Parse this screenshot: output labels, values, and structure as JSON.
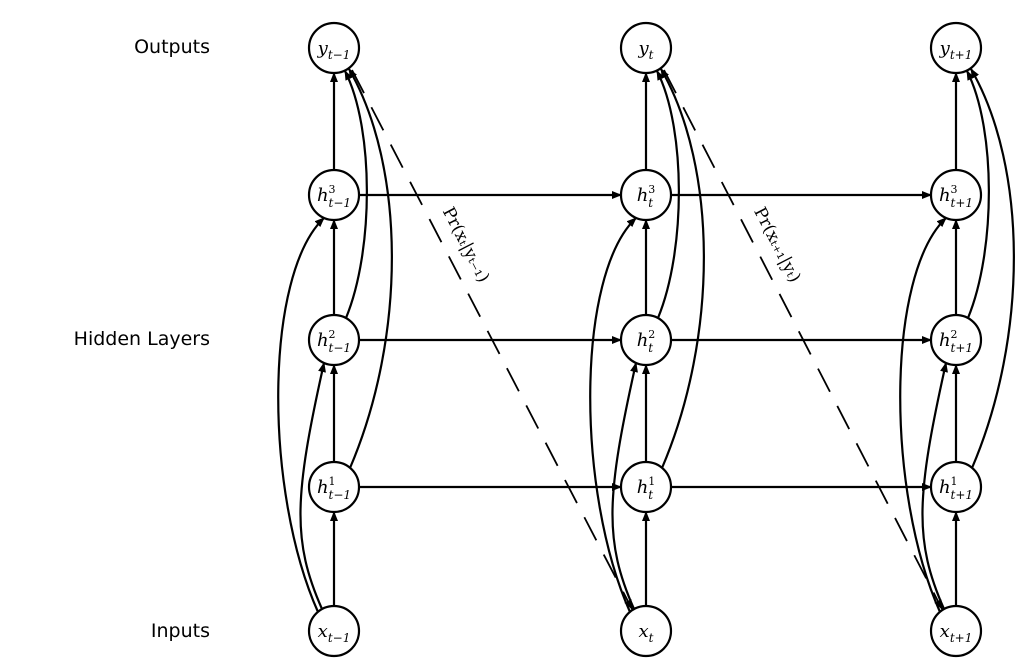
{
  "labels": {
    "outputs": "Outputs",
    "hidden_layers": "Hidden Layers",
    "inputs": "Inputs"
  },
  "timesteps": [
    {
      "output": {
        "base": "y",
        "sub": "t−1"
      },
      "hidden": [
        {
          "base": "h",
          "sup": "3",
          "sub": "t−1"
        },
        {
          "base": "h",
          "sup": "2",
          "sub": "t−1"
        },
        {
          "base": "h",
          "sup": "1",
          "sub": "t−1"
        }
      ],
      "input": {
        "base": "x",
        "sub": "t−1"
      }
    },
    {
      "output": {
        "base": "y",
        "sub": "t"
      },
      "hidden": [
        {
          "base": "h",
          "sup": "3",
          "sub": "t"
        },
        {
          "base": "h",
          "sup": "2",
          "sub": "t"
        },
        {
          "base": "h",
          "sup": "1",
          "sub": "t"
        }
      ],
      "input": {
        "base": "x",
        "sub": "t"
      }
    },
    {
      "output": {
        "base": "y",
        "sub": "t+1"
      },
      "hidden": [
        {
          "base": "h",
          "sup": "3",
          "sub": "t+1"
        },
        {
          "base": "h",
          "sup": "2",
          "sub": "t+1"
        },
        {
          "base": "h",
          "sup": "1",
          "sub": "t+1"
        }
      ],
      "input": {
        "base": "x",
        "sub": "t+1"
      }
    }
  ],
  "predictions": [
    "Pr(xₜ|yₜ₋₁)",
    "Pr(xₜ₊₁|yₜ)"
  ]
}
